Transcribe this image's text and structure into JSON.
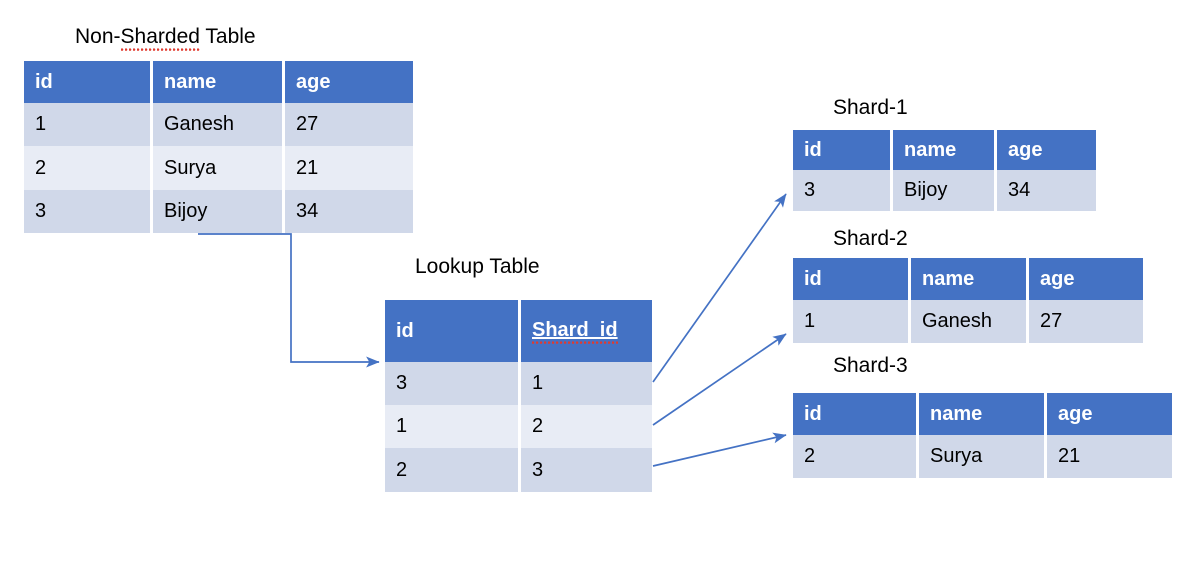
{
  "diagram": {
    "title_nonsharded": "Non-Sharded Table",
    "title_lookup": "Lookup Table",
    "accent_header_color": "#4472C4",
    "row_color_a": "#D0D8E9",
    "row_color_b": "#E8ECF5",
    "arrow_color": "#4472C4"
  },
  "non_sharded_table": {
    "label": "Non-Sharded Table",
    "columns": [
      "id",
      "name",
      "age"
    ],
    "rows": [
      [
        "1",
        "Ganesh",
        "27"
      ],
      [
        "2",
        "Surya",
        "21"
      ],
      [
        "3",
        "Bijoy",
        "34"
      ]
    ]
  },
  "lookup_table": {
    "label": "Lookup Table",
    "columns": [
      "id",
      "Shard_id"
    ],
    "rows": [
      [
        "3",
        "1"
      ],
      [
        "1",
        "2"
      ],
      [
        "2",
        "3"
      ]
    ]
  },
  "shards": [
    {
      "label": "Shard-1",
      "columns": [
        "id",
        "name",
        "age"
      ],
      "rows": [
        [
          "3",
          "Bijoy",
          "34"
        ]
      ]
    },
    {
      "label": "Shard-2",
      "columns": [
        "id",
        "name",
        "age"
      ],
      "rows": [
        [
          "1",
          "Ganesh",
          "27"
        ]
      ]
    },
    {
      "label": "Shard-3",
      "columns": [
        "id",
        "name",
        "age"
      ],
      "rows": [
        [
          "2",
          "Surya",
          "21"
        ]
      ]
    }
  ]
}
